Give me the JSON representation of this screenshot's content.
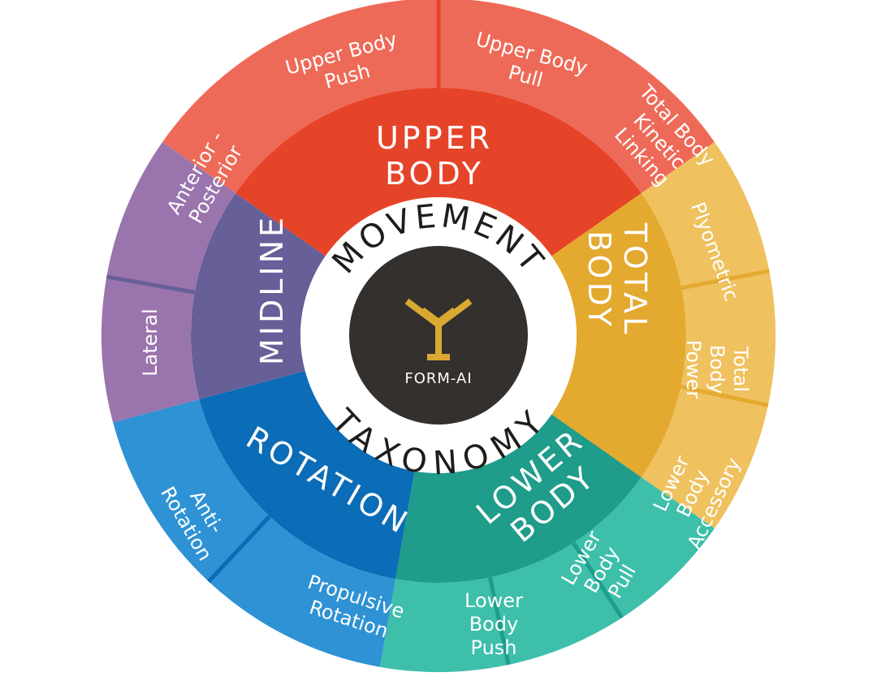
{
  "center": {
    "title_top": "MOVEMENT",
    "title_bottom": "TAXONOMY",
    "brand": "FORM-AI",
    "logo_icon": "form-ai-y-logo-icon",
    "colors": {
      "hub": "#33302e",
      "logo": "#d9a932",
      "ring": "#ffffff",
      "text": "#1f1d1c"
    }
  },
  "categories": [
    {
      "id": "upper-body",
      "lines": [
        "UPPER",
        "BODY"
      ],
      "color": "#e64429",
      "outer_color": "#ee6a58",
      "subcategories": [
        {
          "id": "upper-body-push",
          "lines": [
            "Upper Body",
            "Push"
          ]
        },
        {
          "id": "upper-body-pull",
          "lines": [
            "Upper Body",
            "Pull"
          ]
        }
      ]
    },
    {
      "id": "total-body",
      "lines": [
        "TOTAL",
        "BODY"
      ],
      "color": "#e4a92f",
      "outer_color": "#efc15f",
      "subcategories": [
        {
          "id": "total-body-kinetic-linking",
          "lines": [
            "Total Body",
            "Kinetic",
            "Linking"
          ]
        },
        {
          "id": "plyometric",
          "lines": [
            "Plyometric"
          ]
        },
        {
          "id": "total-body-power",
          "lines": [
            "Total",
            "Body",
            "Power"
          ]
        }
      ]
    },
    {
      "id": "lower-body",
      "lines": [
        "LOWER",
        "BODY"
      ],
      "color": "#1f9c8a",
      "outer_color": "#3dbfaa",
      "subcategories": [
        {
          "id": "lower-body-accessory",
          "lines": [
            "Lower",
            "Body",
            "Accessory"
          ]
        },
        {
          "id": "lower-body-pull",
          "lines": [
            "Lower",
            "Body",
            "Pull"
          ]
        },
        {
          "id": "lower-body-push",
          "lines": [
            "Lower",
            "Body",
            "Push"
          ]
        }
      ]
    },
    {
      "id": "rotation",
      "lines": [
        "ROTATION"
      ],
      "color": "#0b6cb7",
      "outer_color": "#2e92d4",
      "subcategories": [
        {
          "id": "propulsive-rotation",
          "lines": [
            "Propulsive",
            "Rotation"
          ]
        },
        {
          "id": "anti-rotation",
          "lines": [
            "Anti-",
            "Rotation"
          ]
        }
      ]
    },
    {
      "id": "midline",
      "lines": [
        "MIDLINE"
      ],
      "color": "#665f98",
      "outer_color": "#9a74ad",
      "subcategories": [
        {
          "id": "lateral",
          "lines": [
            "Lateral"
          ]
        },
        {
          "id": "anterior-posterior",
          "lines": [
            "Anterior -",
            "Posterior"
          ]
        }
      ]
    }
  ]
}
